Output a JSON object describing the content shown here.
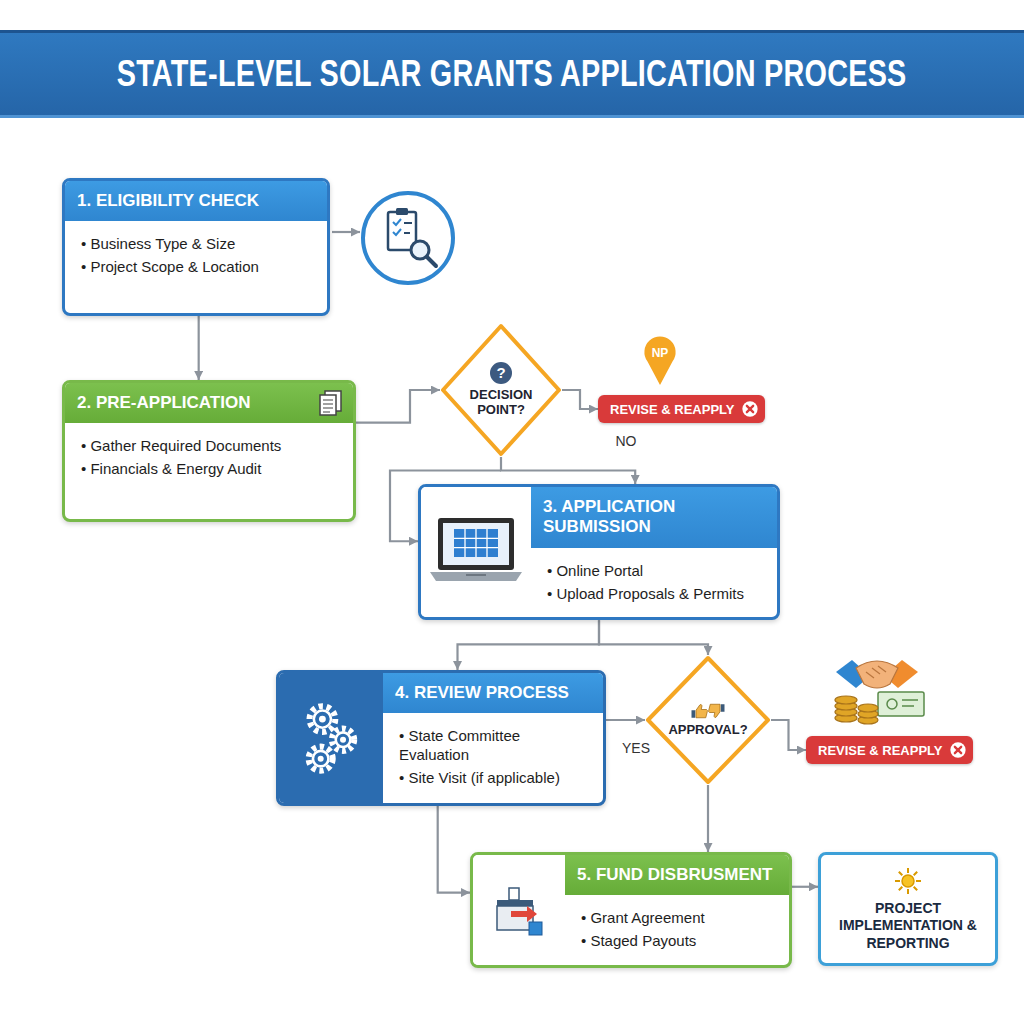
{
  "diagram": {
    "title": "STATE-LEVEL SOLAR GRANTS APPLICATION PROCESS",
    "nodes": [
      {
        "text": [
          "1. ELIGIBILITY CHECK",
          "• Business Type & Size",
          "• Project Scope & Location"
        ]
      },
      {
        "text": [
          "2. PRE-APPLICATION",
          "• Gather Required Documents",
          "• Financials & Energy Audit"
        ]
      },
      {
        "text": [
          "?",
          "DECISION POINT?"
        ]
      },
      {
        "text": [
          "REVISE & REAPPLY"
        ]
      },
      {
        "text": [
          "3. APPLICATION SUBMISSION",
          "• Online Portal",
          "• Upload Proposals & Permits"
        ]
      },
      {
        "text": [
          "4. REVIEW PROCESS",
          "• State Committee Evaluation",
          "• Site Visit (if applicable)"
        ]
      },
      {
        "text": [
          "APPROVAL?"
        ]
      },
      {
        "text": [
          "REVISE & REAPPLY"
        ]
      },
      {
        "text": [
          "5. FUND DISBRUSMENT",
          "• Grant Agreement",
          "• Staged Payouts"
        ]
      },
      {
        "text": [
          "PROJECT IMPLEMENTATION & REPORTING"
        ]
      }
    ],
    "edges": [
      {
        "from": 0,
        "to": 1,
        "arrow": "to"
      },
      {
        "from": 1,
        "to": 2,
        "arrow": "to"
      },
      {
        "from": 2,
        "to": 3,
        "arrow": "to"
      },
      {
        "from": 2,
        "to": 4,
        "arrow": "to"
      },
      {
        "from": 4,
        "to": 5,
        "arrow": "to"
      },
      {
        "from": 4,
        "to": 6,
        "arrow": "to"
      },
      {
        "from": 5,
        "to": 6,
        "arrow": "to"
      },
      {
        "from": 6,
        "to": 7,
        "arrow": "to"
      },
      {
        "from": 6,
        "to": 8,
        "arrow": "to"
      },
      {
        "from": 5,
        "to": 8,
        "arrow": "to"
      },
      {
        "from": 8,
        "to": 9,
        "arrow": "to"
      }
    ],
    "labels": [
      "NP",
      "NO",
      "YES"
    ]
  }
}
